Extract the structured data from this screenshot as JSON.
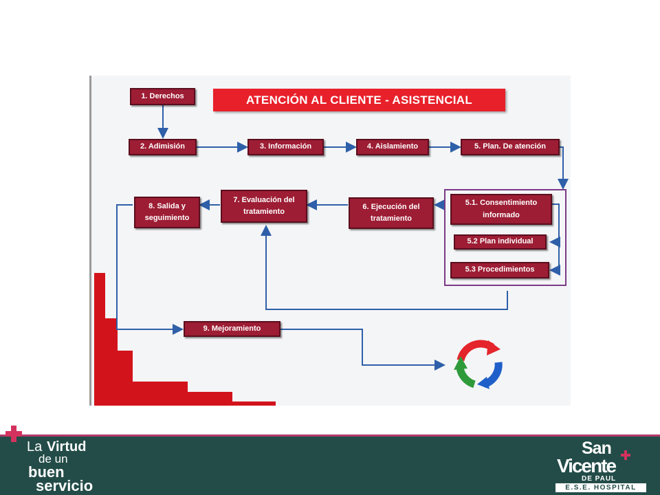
{
  "title": "ATENCIÓN AL CLIENTE - ASISTENCIAL",
  "steps": {
    "s1": "1. Derechos",
    "s2": "2. Adimisión",
    "s3": "3. Información",
    "s4": "4. Aislamiento",
    "s5": "5. Plan. De atención",
    "s51_l1": "5.1. Consentimiento",
    "s51_l2": "informado",
    "s52": "5.2 Plan individual",
    "s53": "5.3 Procedimientos",
    "s6_l1": "6. Ejecución del",
    "s6_l2": "tratamiento",
    "s7_l1": "7. Evaluación del",
    "s7_l2": "tratamiento",
    "s8_l1": "8. Salida y",
    "s8_l2": "seguimiento",
    "s9": "9. Mejoramiento"
  },
  "icons": {
    "cycle": "cycle-arrows-icon",
    "plus": "plus-icon"
  },
  "colors": {
    "box": "#9d1d34",
    "title_bar": "#e8202a",
    "connector": "#2e5fa8",
    "group_frame": "#7a3a86",
    "staircase": "#d3131b",
    "footer": "#234c48",
    "footer_accent": "#b23a6a",
    "cycle_red": "#e4252b",
    "cycle_green": "#2f9a3a",
    "cycle_blue": "#1f5fc9"
  },
  "footer": {
    "slogan_la": "La",
    "slogan_virtud": "Virtud",
    "slogan_deun": "de un",
    "slogan_buen": "buen",
    "slogan_servicio": "servicio",
    "brand_san": "San",
    "brand_vicente": "Vicente",
    "brand_depaul": "DE PAUL",
    "brand_ese": "E.S.E. HOSPITAL"
  }
}
